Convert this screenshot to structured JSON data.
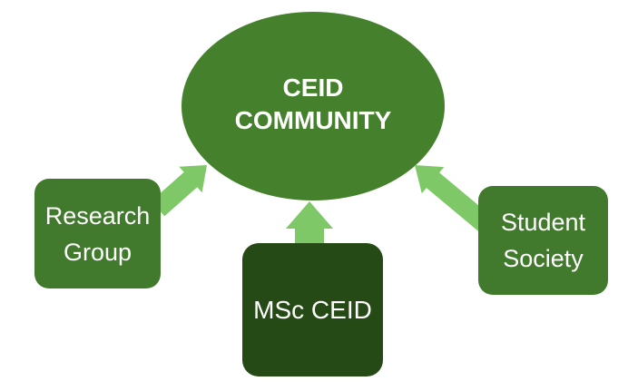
{
  "diagram": {
    "center_node": {
      "line1": "CEID",
      "line2": "COMMUNITY"
    },
    "nodes": {
      "research": {
        "line1": "Research",
        "line2": "Group"
      },
      "msc": {
        "label": "MSc CEID"
      },
      "student": {
        "line1": "Student",
        "line2": "Society"
      }
    },
    "colors": {
      "ellipse_green": "#45812C",
      "box_green": "#427A2D",
      "dark_green": "#254A15",
      "arrow_green": "#7EC868",
      "text_white": "#FFFFFF",
      "background": "#FFFFFF"
    }
  }
}
